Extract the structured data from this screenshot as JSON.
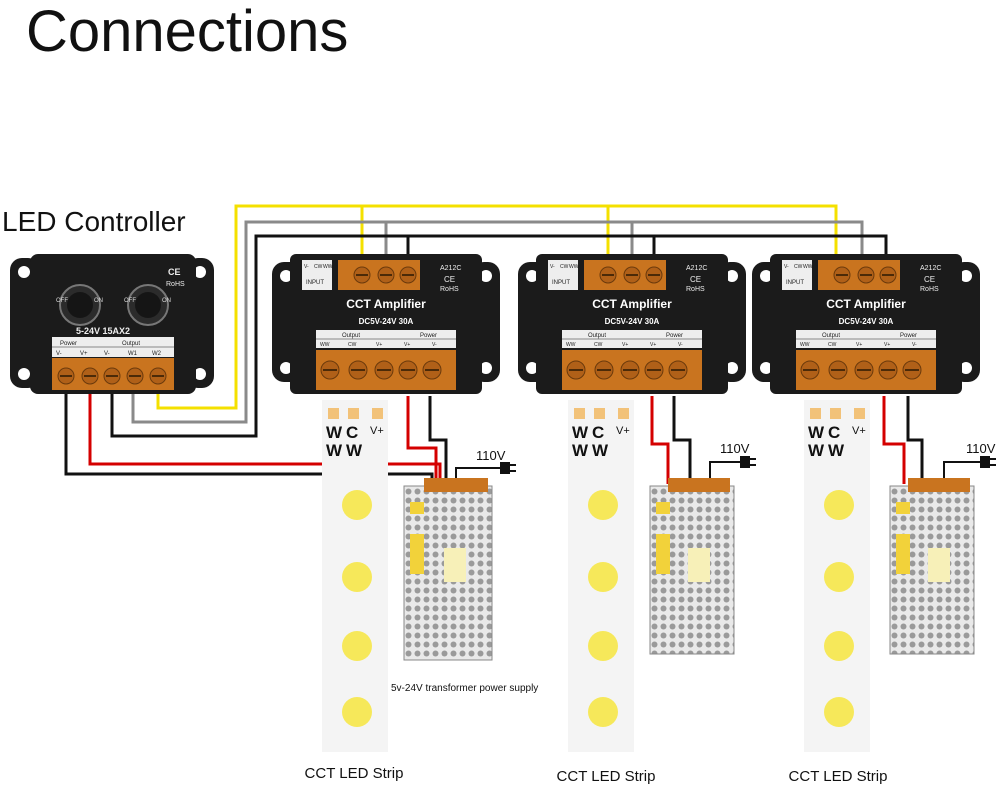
{
  "title": "Connections",
  "controller": {
    "label": "LED Controller",
    "panel_rating": "5-24V 15AX2",
    "terminal_group_power": "Power",
    "terminal_group_output": "Output",
    "terminals": [
      "V-",
      "V+",
      "V-",
      "W1",
      "W2"
    ],
    "knob_off_label": "OFF",
    "knob_on_label": "ON",
    "cert_marks": [
      "CE",
      "RoHS"
    ]
  },
  "amplifiers": [
    {
      "title": "CCT Amplifier",
      "rating": "DC5V-24V  30A",
      "model": "A212C",
      "cert_marks": [
        "CE",
        "RoHS"
      ],
      "input_label": "INPUT",
      "input_terminals": [
        "V-",
        "CW",
        "WW"
      ],
      "output_group": "Output",
      "power_group": "Power",
      "output_terminals": [
        "WW",
        "CW",
        "V+",
        "V+",
        "V-"
      ]
    },
    {
      "title": "CCT Amplifier",
      "rating": "DC5V-24V  30A",
      "model": "A212C",
      "cert_marks": [
        "CE",
        "RoHS"
      ],
      "input_label": "INPUT",
      "input_terminals": [
        "V-",
        "CW",
        "WW"
      ],
      "output_group": "Output",
      "power_group": "Power",
      "output_terminals": [
        "WW",
        "CW",
        "V+",
        "V+",
        "V-"
      ]
    },
    {
      "title": "CCT Amplifier",
      "rating": "DC5V-24V  30A",
      "model": "A212C",
      "cert_marks": [
        "CE",
        "RoHS"
      ],
      "input_label": "INPUT",
      "input_terminals": [
        "V-",
        "CW",
        "WW"
      ],
      "output_group": "Output",
      "power_group": "Power",
      "output_terminals": [
        "WW",
        "CW",
        "V+",
        "V+",
        "V-"
      ]
    }
  ],
  "strips": [
    {
      "label": "CCT LED Strip",
      "pads": [
        "W",
        "C",
        "V+"
      ],
      "pads_second_row": [
        "W",
        "W"
      ]
    },
    {
      "label": "CCT LED Strip",
      "pads": [
        "W",
        "C",
        "V+"
      ],
      "pads_second_row": [
        "W",
        "W"
      ]
    },
    {
      "label": "CCT LED Strip",
      "pads": [
        "W",
        "C",
        "V+"
      ],
      "pads_second_row": [
        "W",
        "W"
      ]
    }
  ],
  "power_supplies": [
    {
      "mains_label": "110V"
    },
    {
      "mains_label": "110V"
    },
    {
      "mains_label": "110V"
    }
  ],
  "power_supply_caption": "5v-24V transformer power supply",
  "colors": {
    "wire_yellow": "#f4e000",
    "wire_red": "#d40000",
    "wire_black": "#111111",
    "wire_gray": "#8a8a8a",
    "device_body": "#1b1b1b",
    "terminal_orange": "#c9741f",
    "led_yellow": "#f6e85a"
  }
}
